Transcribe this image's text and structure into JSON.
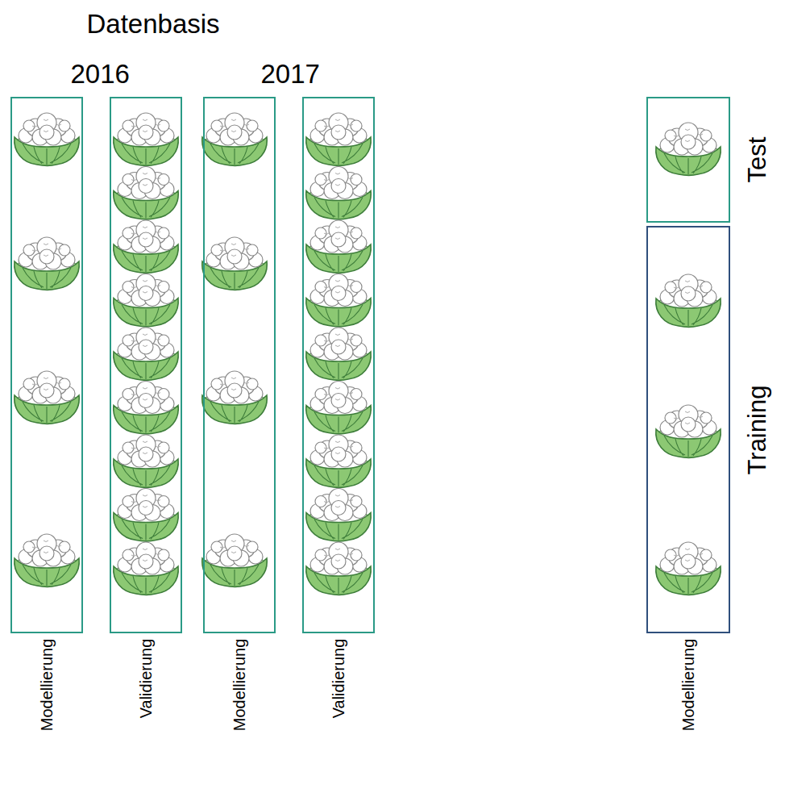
{
  "diagram": {
    "title": "Datenbasis",
    "nodes": [
      {
        "text": [
          "Modellierung"
        ]
      },
      {
        "text": [
          "Validierung"
        ]
      },
      {
        "text": [
          "Modellierung"
        ]
      },
      {
        "text": [
          "Validierung"
        ]
      },
      {
        "text": [
          "Test"
        ]
      },
      {
        "text": [
          "Training",
          "Modellierung"
        ]
      }
    ],
    "labels": [
      "2016",
      "2017"
    ]
  }
}
